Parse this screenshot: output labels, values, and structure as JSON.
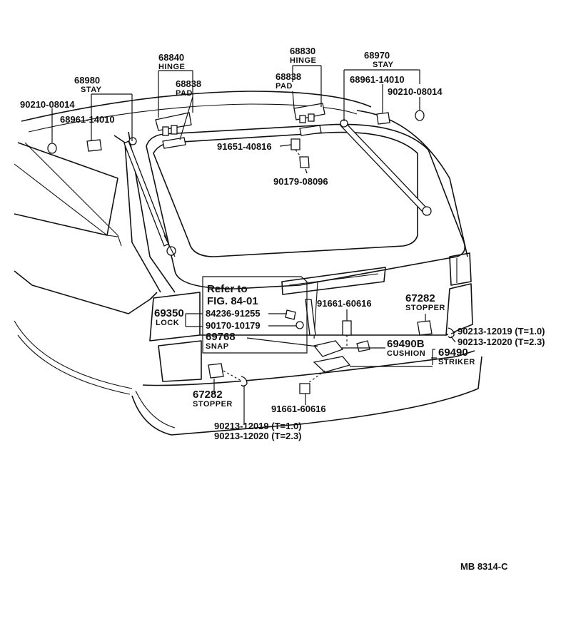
{
  "diagram_code": "MB 8314-C",
  "parts": {
    "stay_left": {
      "number": "68980",
      "name": "STAY"
    },
    "hinge_left": {
      "number": "68840",
      "name": "HINGE"
    },
    "pad_left": {
      "number": "68838",
      "name": "PAD"
    },
    "washer_left": {
      "number": "90210-08014"
    },
    "bolt_stay_left": {
      "number": "68961-14010"
    },
    "hinge_right": {
      "number": "68830",
      "name": "HINGE"
    },
    "pad_right": {
      "number": "68838",
      "name": "PAD"
    },
    "stay_right": {
      "number": "68970",
      "name": "STAY"
    },
    "bolt_stay_right": {
      "number": "68961-14010"
    },
    "washer_right": {
      "number": "90210-08014"
    },
    "bolt_hinge": {
      "number": "91651-40816"
    },
    "nut_hinge": {
      "number": "90179-08096"
    },
    "refer_line1": "Refer to",
    "refer_line2": "FIG. 84-01",
    "lock": {
      "number": "69350",
      "name": "LOCK"
    },
    "lock_part_a": {
      "number": "84236-91255"
    },
    "lock_part_b": {
      "number": "90170-10179"
    },
    "snap": {
      "number": "69768",
      "name": "SNAP"
    },
    "bolt_lock": {
      "number": "91661-60616"
    },
    "stopper_right": {
      "number": "67282",
      "name": "STOPPER"
    },
    "shim_right_a": {
      "number": "90213-12019 (T=1.0)"
    },
    "shim_right_b": {
      "number": "90213-12020 (T=2.3)"
    },
    "cushion": {
      "number": "69490B",
      "name": "CUSHION"
    },
    "striker": {
      "number": "69490",
      "name": "STRIKER"
    },
    "stopper_left": {
      "number": "67282",
      "name": "STOPPER"
    },
    "bolt_striker": {
      "number": "91661-60616"
    },
    "shim_left_a": {
      "number": "90213-12019 (T=1.0)"
    },
    "shim_left_b": {
      "number": "90213-12020 (T=2.3)"
    }
  }
}
